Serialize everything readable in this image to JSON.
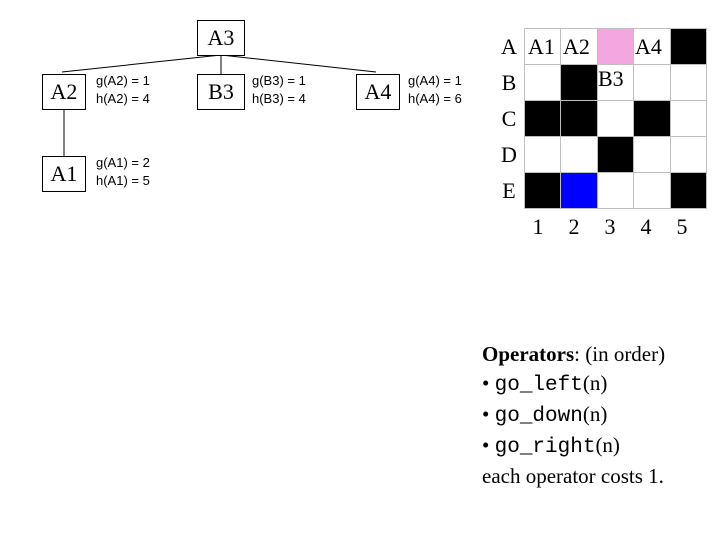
{
  "tree": {
    "root": {
      "label": "A3"
    },
    "a2": {
      "label": "A2",
      "g": "g(A2) = 1",
      "h": "h(A2) = 4"
    },
    "b3": {
      "label": "B3",
      "g": "g(B3) = 1",
      "h": "h(B3) = 4"
    },
    "a4": {
      "label": "A4",
      "g": "g(A4) = 1",
      "h": "h(A4) = 6"
    },
    "a1": {
      "label": "A1",
      "g": "g(A1) = 2",
      "h": "h(A1) = 5"
    }
  },
  "grid": {
    "rows": [
      "A",
      "B",
      "C",
      "D",
      "E"
    ],
    "cols": [
      "1",
      "2",
      "3",
      "4",
      "5"
    ],
    "colors": {
      "white": "#ffffff",
      "black": "#000000",
      "pink": "#f4a6e0",
      "blue": "#0000ff"
    },
    "cells": [
      [
        "white",
        "white",
        "pink",
        "white",
        "black"
      ],
      [
        "white",
        "black",
        "white",
        "white",
        "white"
      ],
      [
        "black",
        "black",
        "white",
        "black",
        "white"
      ],
      [
        "white",
        "white",
        "black",
        "white",
        "white"
      ],
      [
        "black",
        "blue",
        "white",
        "white",
        "black"
      ]
    ],
    "cell_labels": {
      "a1": "A1",
      "a2": "A2",
      "a4": "A4",
      "b3": "B3"
    }
  },
  "operators": {
    "heading": "Operators",
    "heading_suffix": ": (in order)",
    "bullet": "•",
    "items": [
      {
        "name": "go_left",
        "arg": "(n)"
      },
      {
        "name": "go_down",
        "arg": "(n)"
      },
      {
        "name": "go_right",
        "arg": "(n)"
      }
    ],
    "cost_note": "each operator costs 1."
  }
}
